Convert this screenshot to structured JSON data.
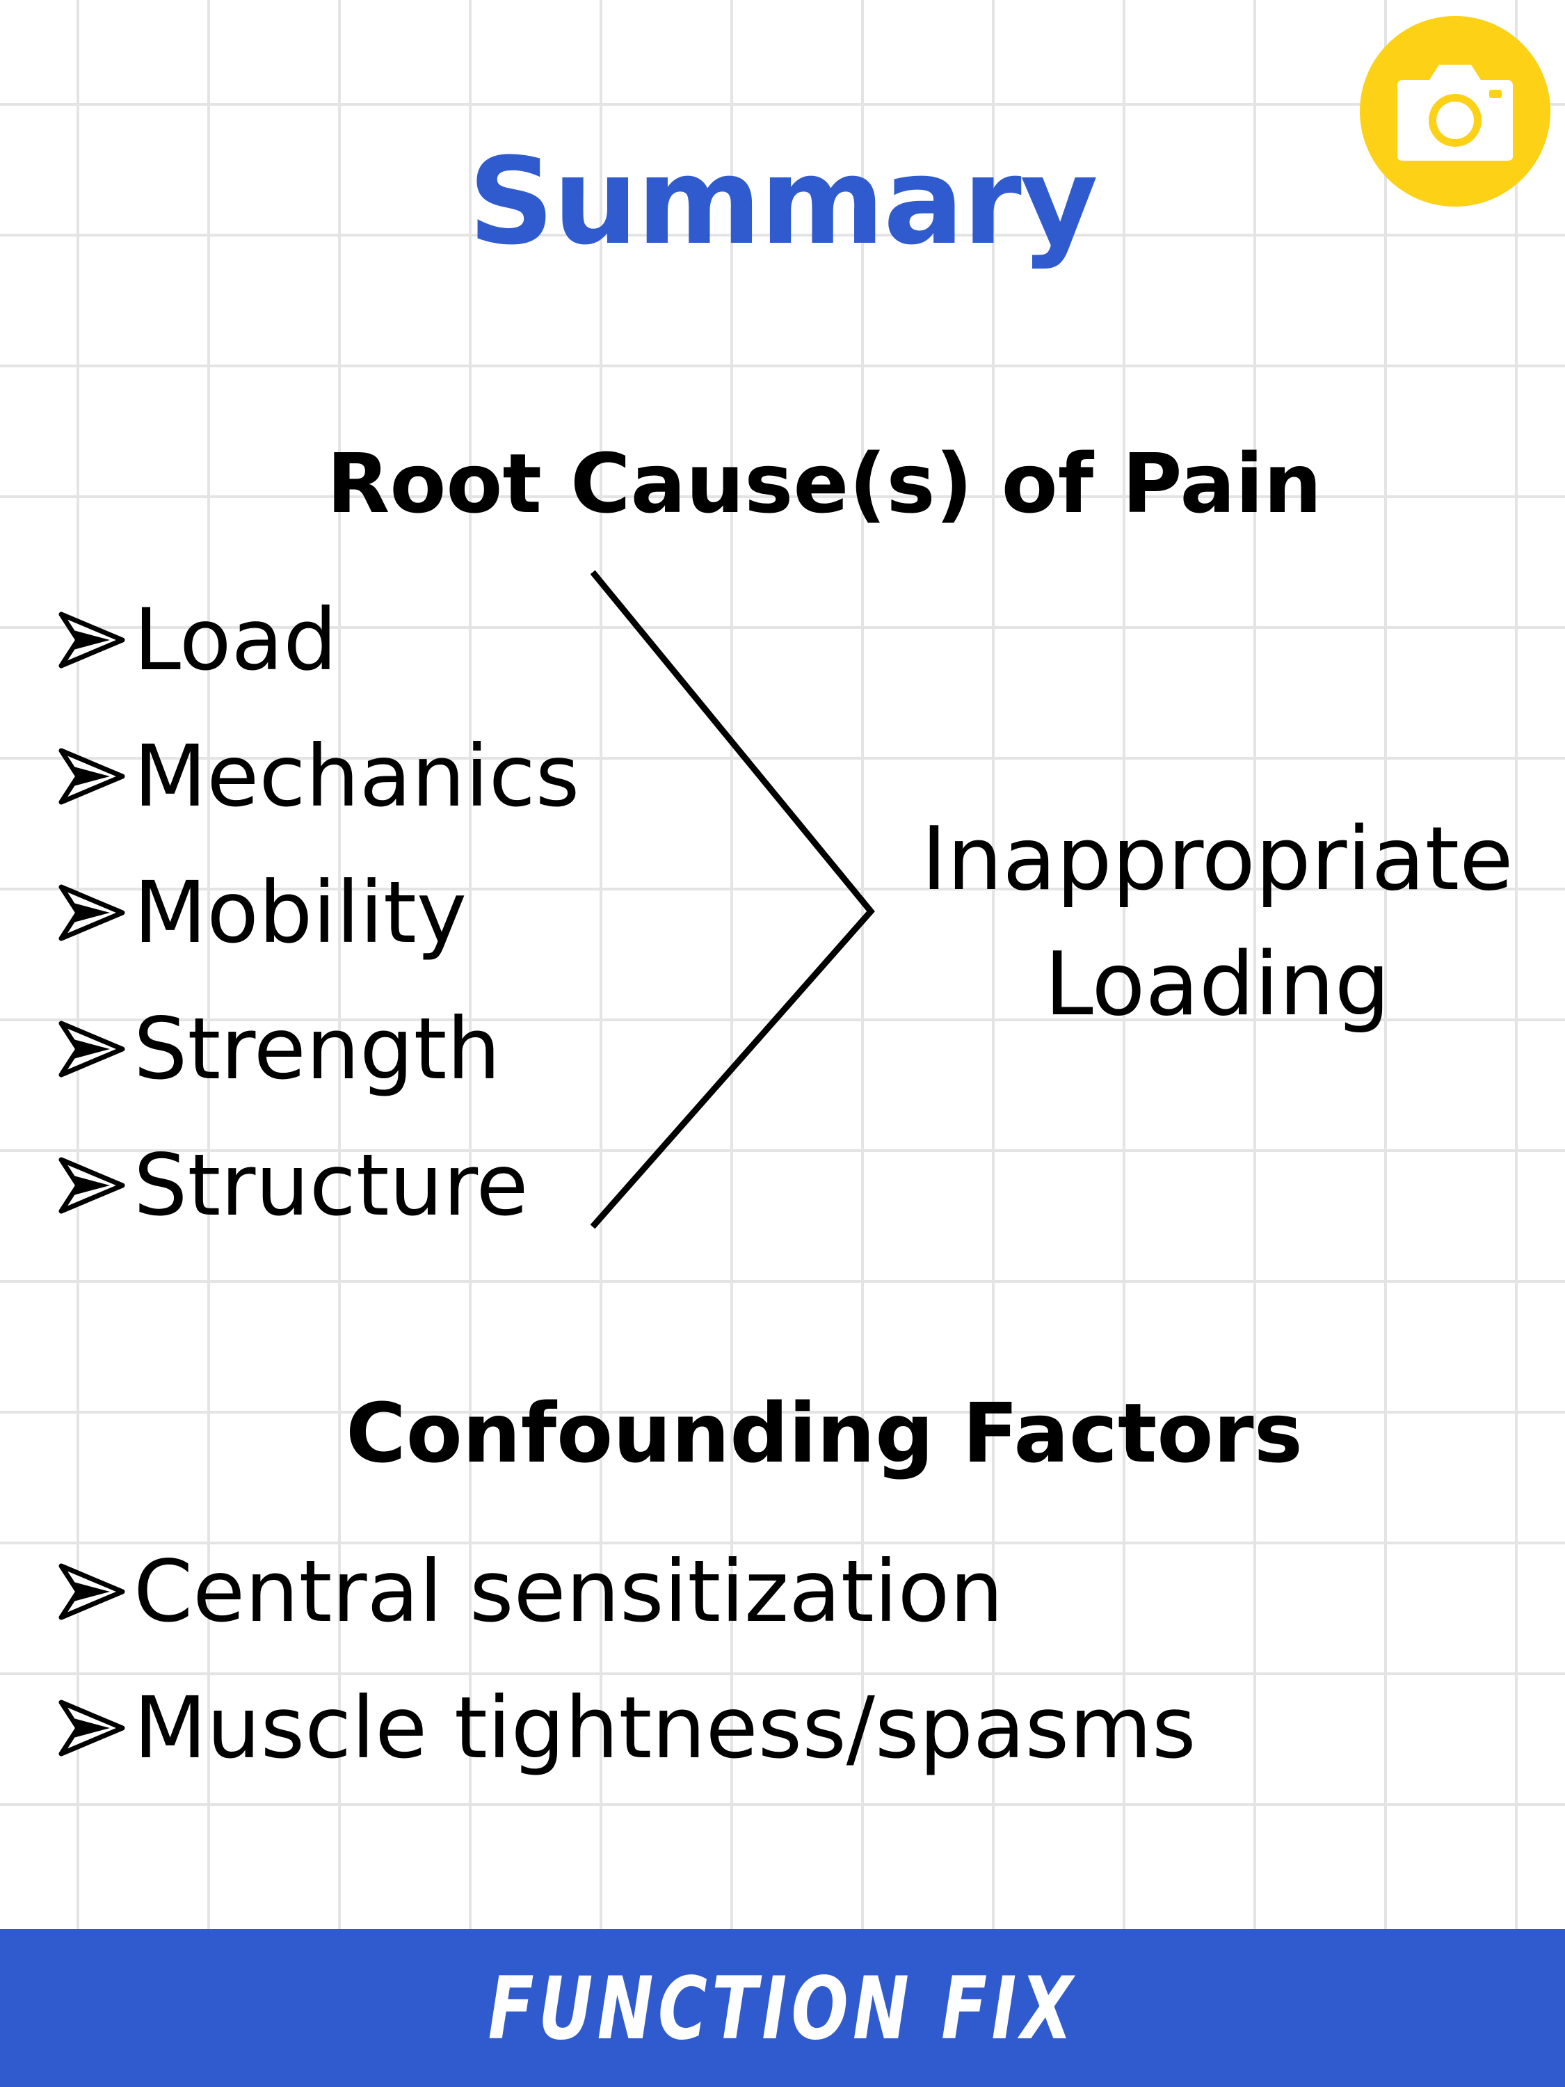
{
  "title": "Summary",
  "root_causes": {
    "heading": "Root Cause(s) of Pain",
    "items": [
      "Load",
      "Mechanics",
      "Mobility",
      "Strength",
      "Structure"
    ],
    "outcome_line1": "Inappropriate",
    "outcome_line2": "Loading"
  },
  "confounding": {
    "heading": "Confounding Factors",
    "items": [
      "Central sensitization",
      "Muscle tightness/spasms"
    ]
  },
  "footer": {
    "brand": "FUNCTION FIX"
  },
  "icons": {
    "badge": "camera-icon",
    "bullet": "arrowhead-bullet-icon"
  },
  "colors": {
    "title": "#2f5bce",
    "footer": "#2f5bce",
    "badge": "#fcd116"
  }
}
